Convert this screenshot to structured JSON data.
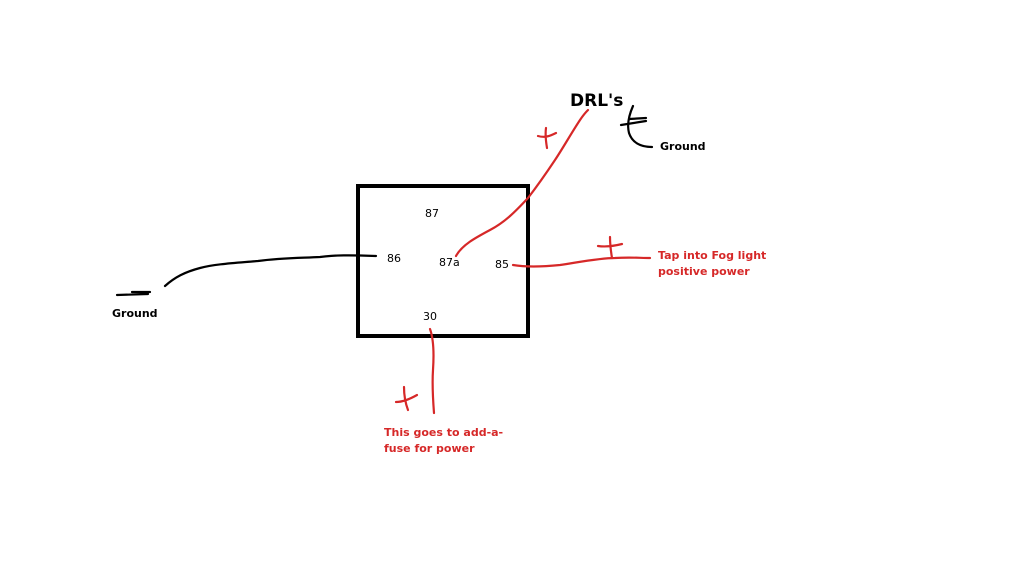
{
  "relay": {
    "pins": {
      "p87": "87",
      "p86": "86",
      "p87a": "87a",
      "p85": "85",
      "p30": "30"
    }
  },
  "labels": {
    "drls": "DRL's",
    "ground_right": "Ground",
    "ground_left": "Ground",
    "fog_line1": "Tap into Fog light",
    "fog_line2": "positive power",
    "fuse_line1": "This goes to add-a-",
    "fuse_line2": "fuse for power"
  },
  "colors": {
    "positive_wire": "#d62828",
    "ground_wire": "#000000"
  }
}
